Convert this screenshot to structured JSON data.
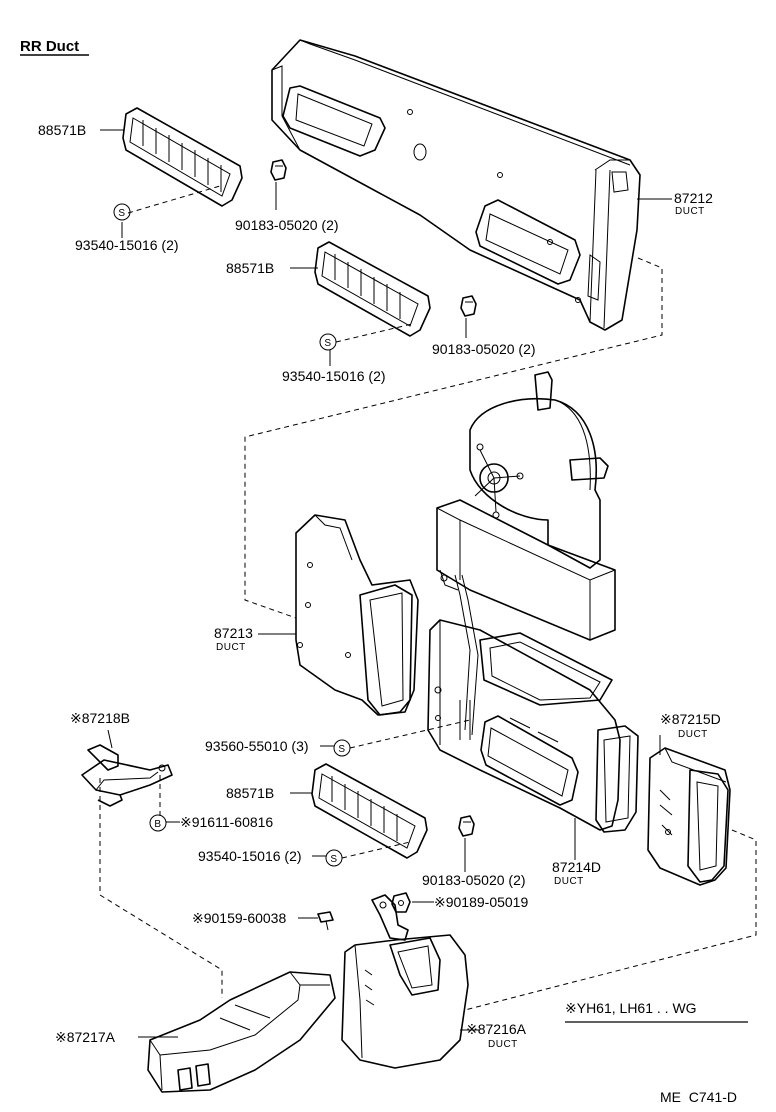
{
  "title": "RR Duct",
  "footer_code": "ME  C741-D",
  "note": "※YH61, LH61 . . WG",
  "symbols": {
    "s": "S",
    "b": "B"
  },
  "labels": {
    "p88571b_1": "88571B",
    "p88571b_2": "88571B",
    "p88571b_3": "88571B",
    "p90183_1": "90183-05020 (2)",
    "p90183_2": "90183-05020 (2)",
    "p90183_3": "90183-05020 (2)",
    "p93540_1": "93540-15016 (2)",
    "p93540_2": "93540-15016 (2)",
    "p93540_3": "93540-15016 (2)",
    "p87212": "87212",
    "p87212_sub": "DUCT",
    "p87213": "87213",
    "p87213_sub": "DUCT",
    "p87218b": "※87218B",
    "p93560": "93560-55010 (3)",
    "p91611": "※91611-60816",
    "p87215d": "※87215D",
    "p87215d_sub": "DUCT",
    "p87214d": "87214D",
    "p87214d_sub": "DUCT",
    "p90159": "※90159-60038",
    "p90189": "※90189-05019",
    "p87217a": "※87217A",
    "p87216a": "※87216A",
    "p87216a_sub": "DUCT"
  }
}
